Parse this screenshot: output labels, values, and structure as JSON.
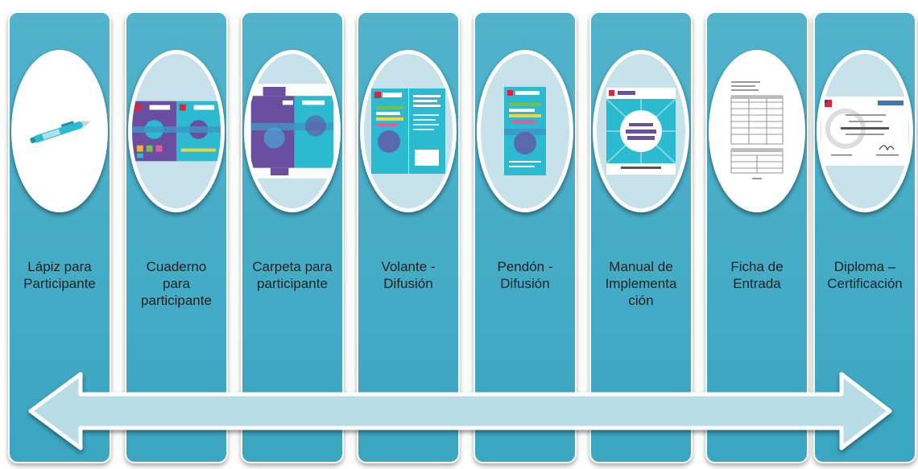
{
  "steps": [
    {
      "label": "Lápiz para\nParticipante",
      "icon": "pen-icon"
    },
    {
      "label": "Cuaderno\npara\nparticipante",
      "icon": "notebook-icon"
    },
    {
      "label": "Carpeta para\nparticipante",
      "icon": "folder-icon"
    },
    {
      "label": "Volante -\nDifusión",
      "icon": "flyer-icon"
    },
    {
      "label": "Pendón -\nDifusión",
      "icon": "banner-icon"
    },
    {
      "label": "Manual de\nImplementa\nción",
      "icon": "manual-icon"
    },
    {
      "label": "Ficha de\nEntrada",
      "icon": "form-icon"
    },
    {
      "label": "Diploma –\nCertificación",
      "icon": "diploma-icon"
    }
  ],
  "colors": {
    "column": "#46adc7",
    "oval_fill": "#c7e2ea",
    "arrow_fill": "#b9dde7",
    "material_cyan": "#2bbad0",
    "material_purple": "#6a4fa0"
  },
  "arrow": {
    "direction": "bidirectional",
    "icon": "double-arrow-icon"
  }
}
